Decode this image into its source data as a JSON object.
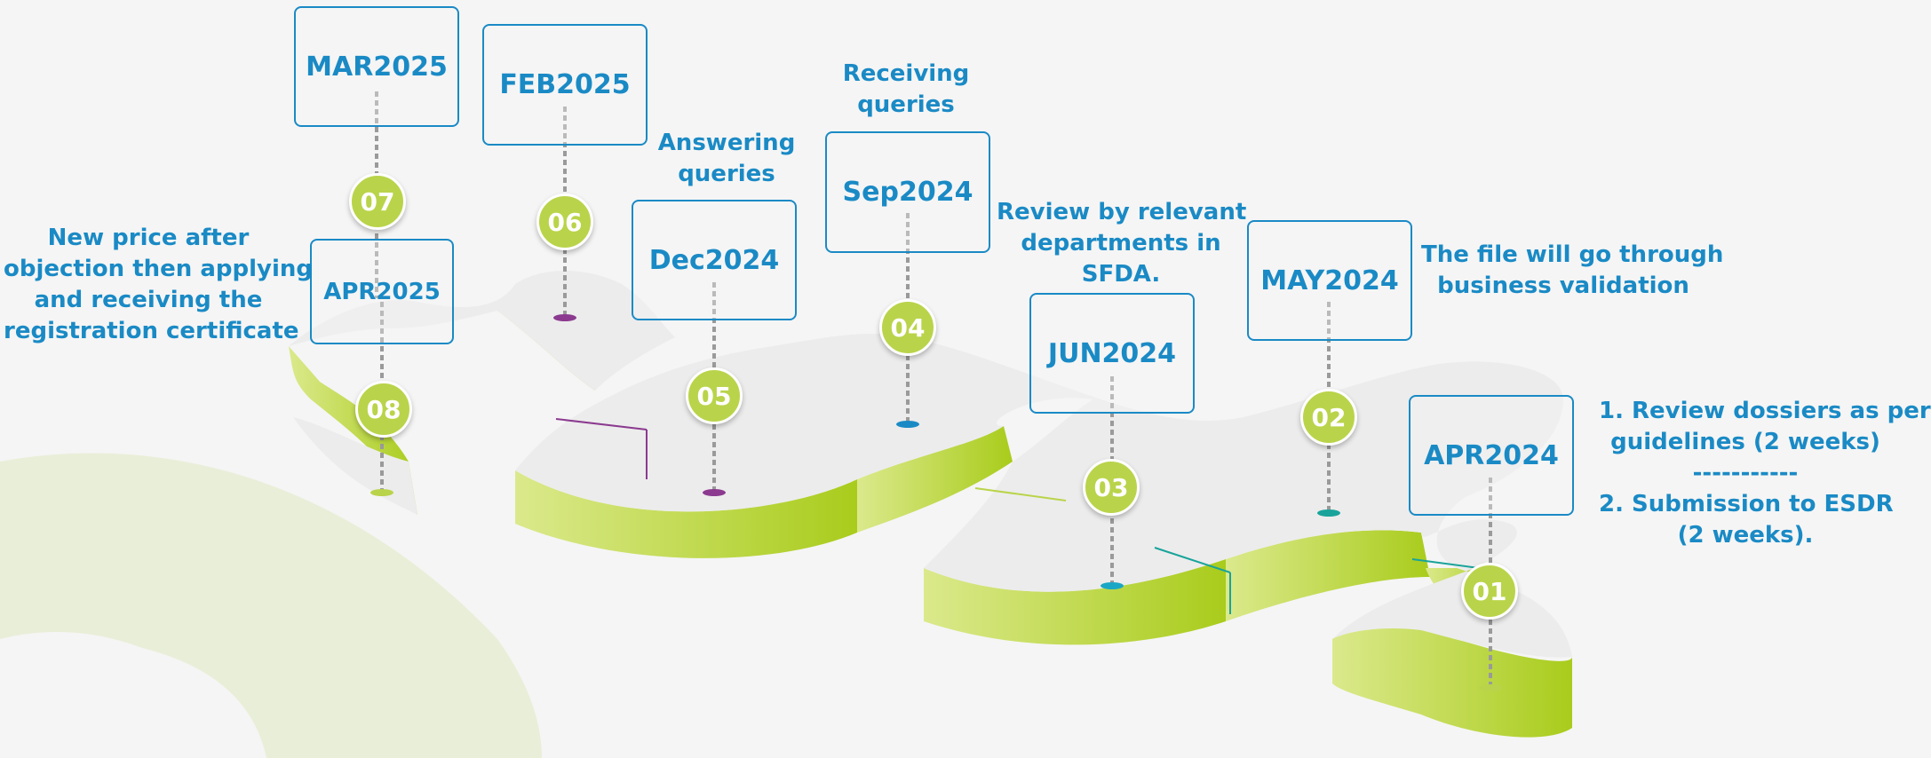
{
  "milestones": [
    {
      "number": "01",
      "date": "APR2024",
      "note": [
        "1. Review dossiers as per",
        "guidelines (2 weeks)",
        "-----------",
        "2. Submission to ESDR",
        "(2 weeks)."
      ]
    },
    {
      "number": "02",
      "date": "MAY2024",
      "note": [
        "The file will go through",
        "business validation"
      ]
    },
    {
      "number": "03",
      "date": "JUN2024",
      "note": [
        "Review by relevant",
        "departments in",
        "SFDA."
      ]
    },
    {
      "number": "04",
      "date": "Sep2024",
      "note": [
        "Receiving",
        "queries"
      ]
    },
    {
      "number": "05",
      "date": "Dec2024",
      "note": [
        "Answering",
        "queries"
      ]
    },
    {
      "number": "06",
      "date": "FEB2025",
      "note": []
    },
    {
      "number": "07",
      "date": "MAR2025",
      "note": []
    },
    {
      "number": "08",
      "date": "APR2025",
      "note": [
        "New price after",
        "objection then applying",
        "and receiving the",
        "registration certificate"
      ]
    }
  ],
  "colors": {
    "accent_blue": "#1a8ac5",
    "road_green": "#b9d44a",
    "road_top": "#ececec",
    "background_arc": "#e9eed8",
    "marker_teal": "#19a39a",
    "marker_purple": "#8b3a8f"
  }
}
